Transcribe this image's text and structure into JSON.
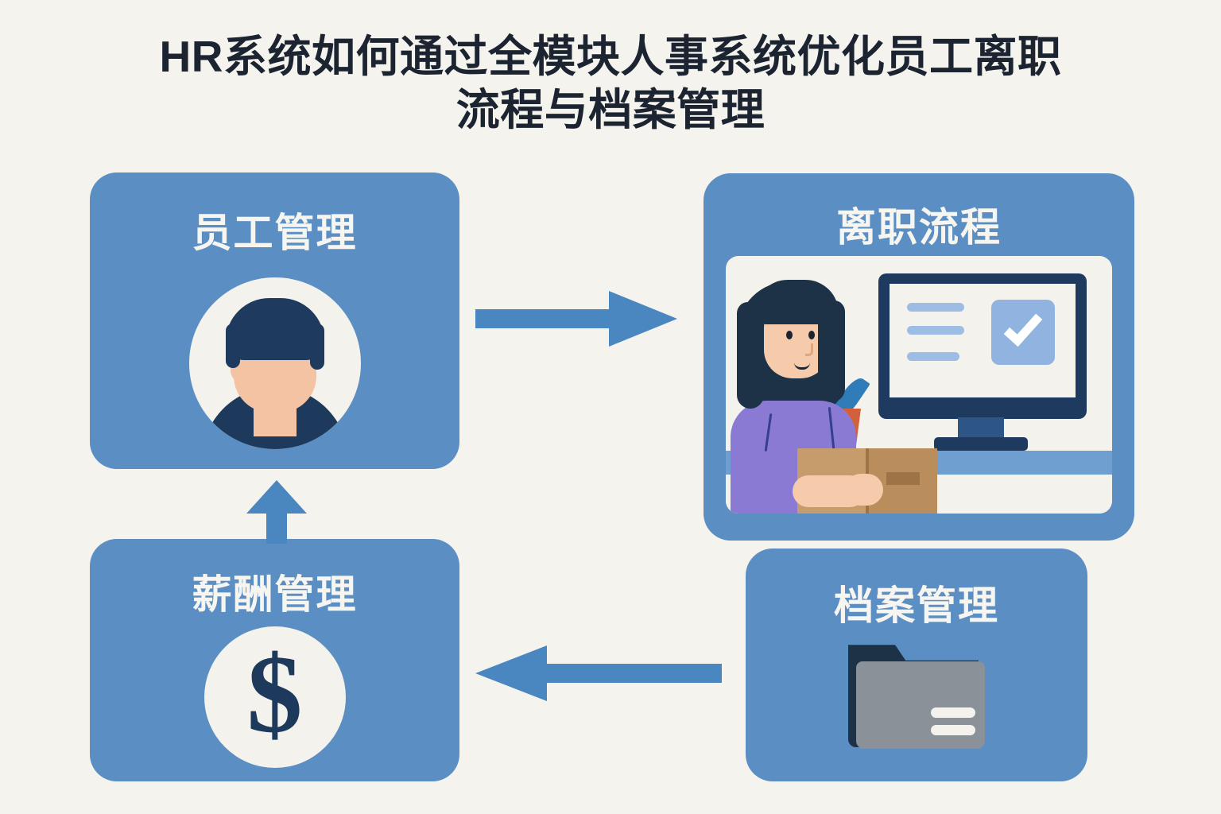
{
  "page": {
    "title": "HR系统如何通过全模块人事系统优化员工离职\n流程与档案管理",
    "background_color": "#f5f3ee",
    "accent_color": "#5b8fc4",
    "dark_color": "#1d3a5c"
  },
  "diagram": {
    "type": "flow",
    "cards": [
      {
        "id": "employee",
        "label": "员工管理",
        "icon": "user-avatar-icon"
      },
      {
        "id": "offboard",
        "label": "离职流程",
        "icon": "offboarding-illustration"
      },
      {
        "id": "payroll",
        "label": "薪酬管理",
        "icon": "dollar-coin-icon",
        "glyph": "$"
      },
      {
        "id": "archive",
        "label": "档案管理",
        "icon": "folder-icon"
      }
    ],
    "arrows": [
      {
        "id": "employee-to-offboard",
        "direction": "right",
        "from": "员工管理",
        "to": "离职流程"
      },
      {
        "id": "archive-to-payroll",
        "direction": "left",
        "from": "档案管理",
        "to": "薪酬管理"
      },
      {
        "id": "payroll-to-employee",
        "direction": "up",
        "from": "薪酬管理",
        "to": "员工管理"
      }
    ]
  }
}
